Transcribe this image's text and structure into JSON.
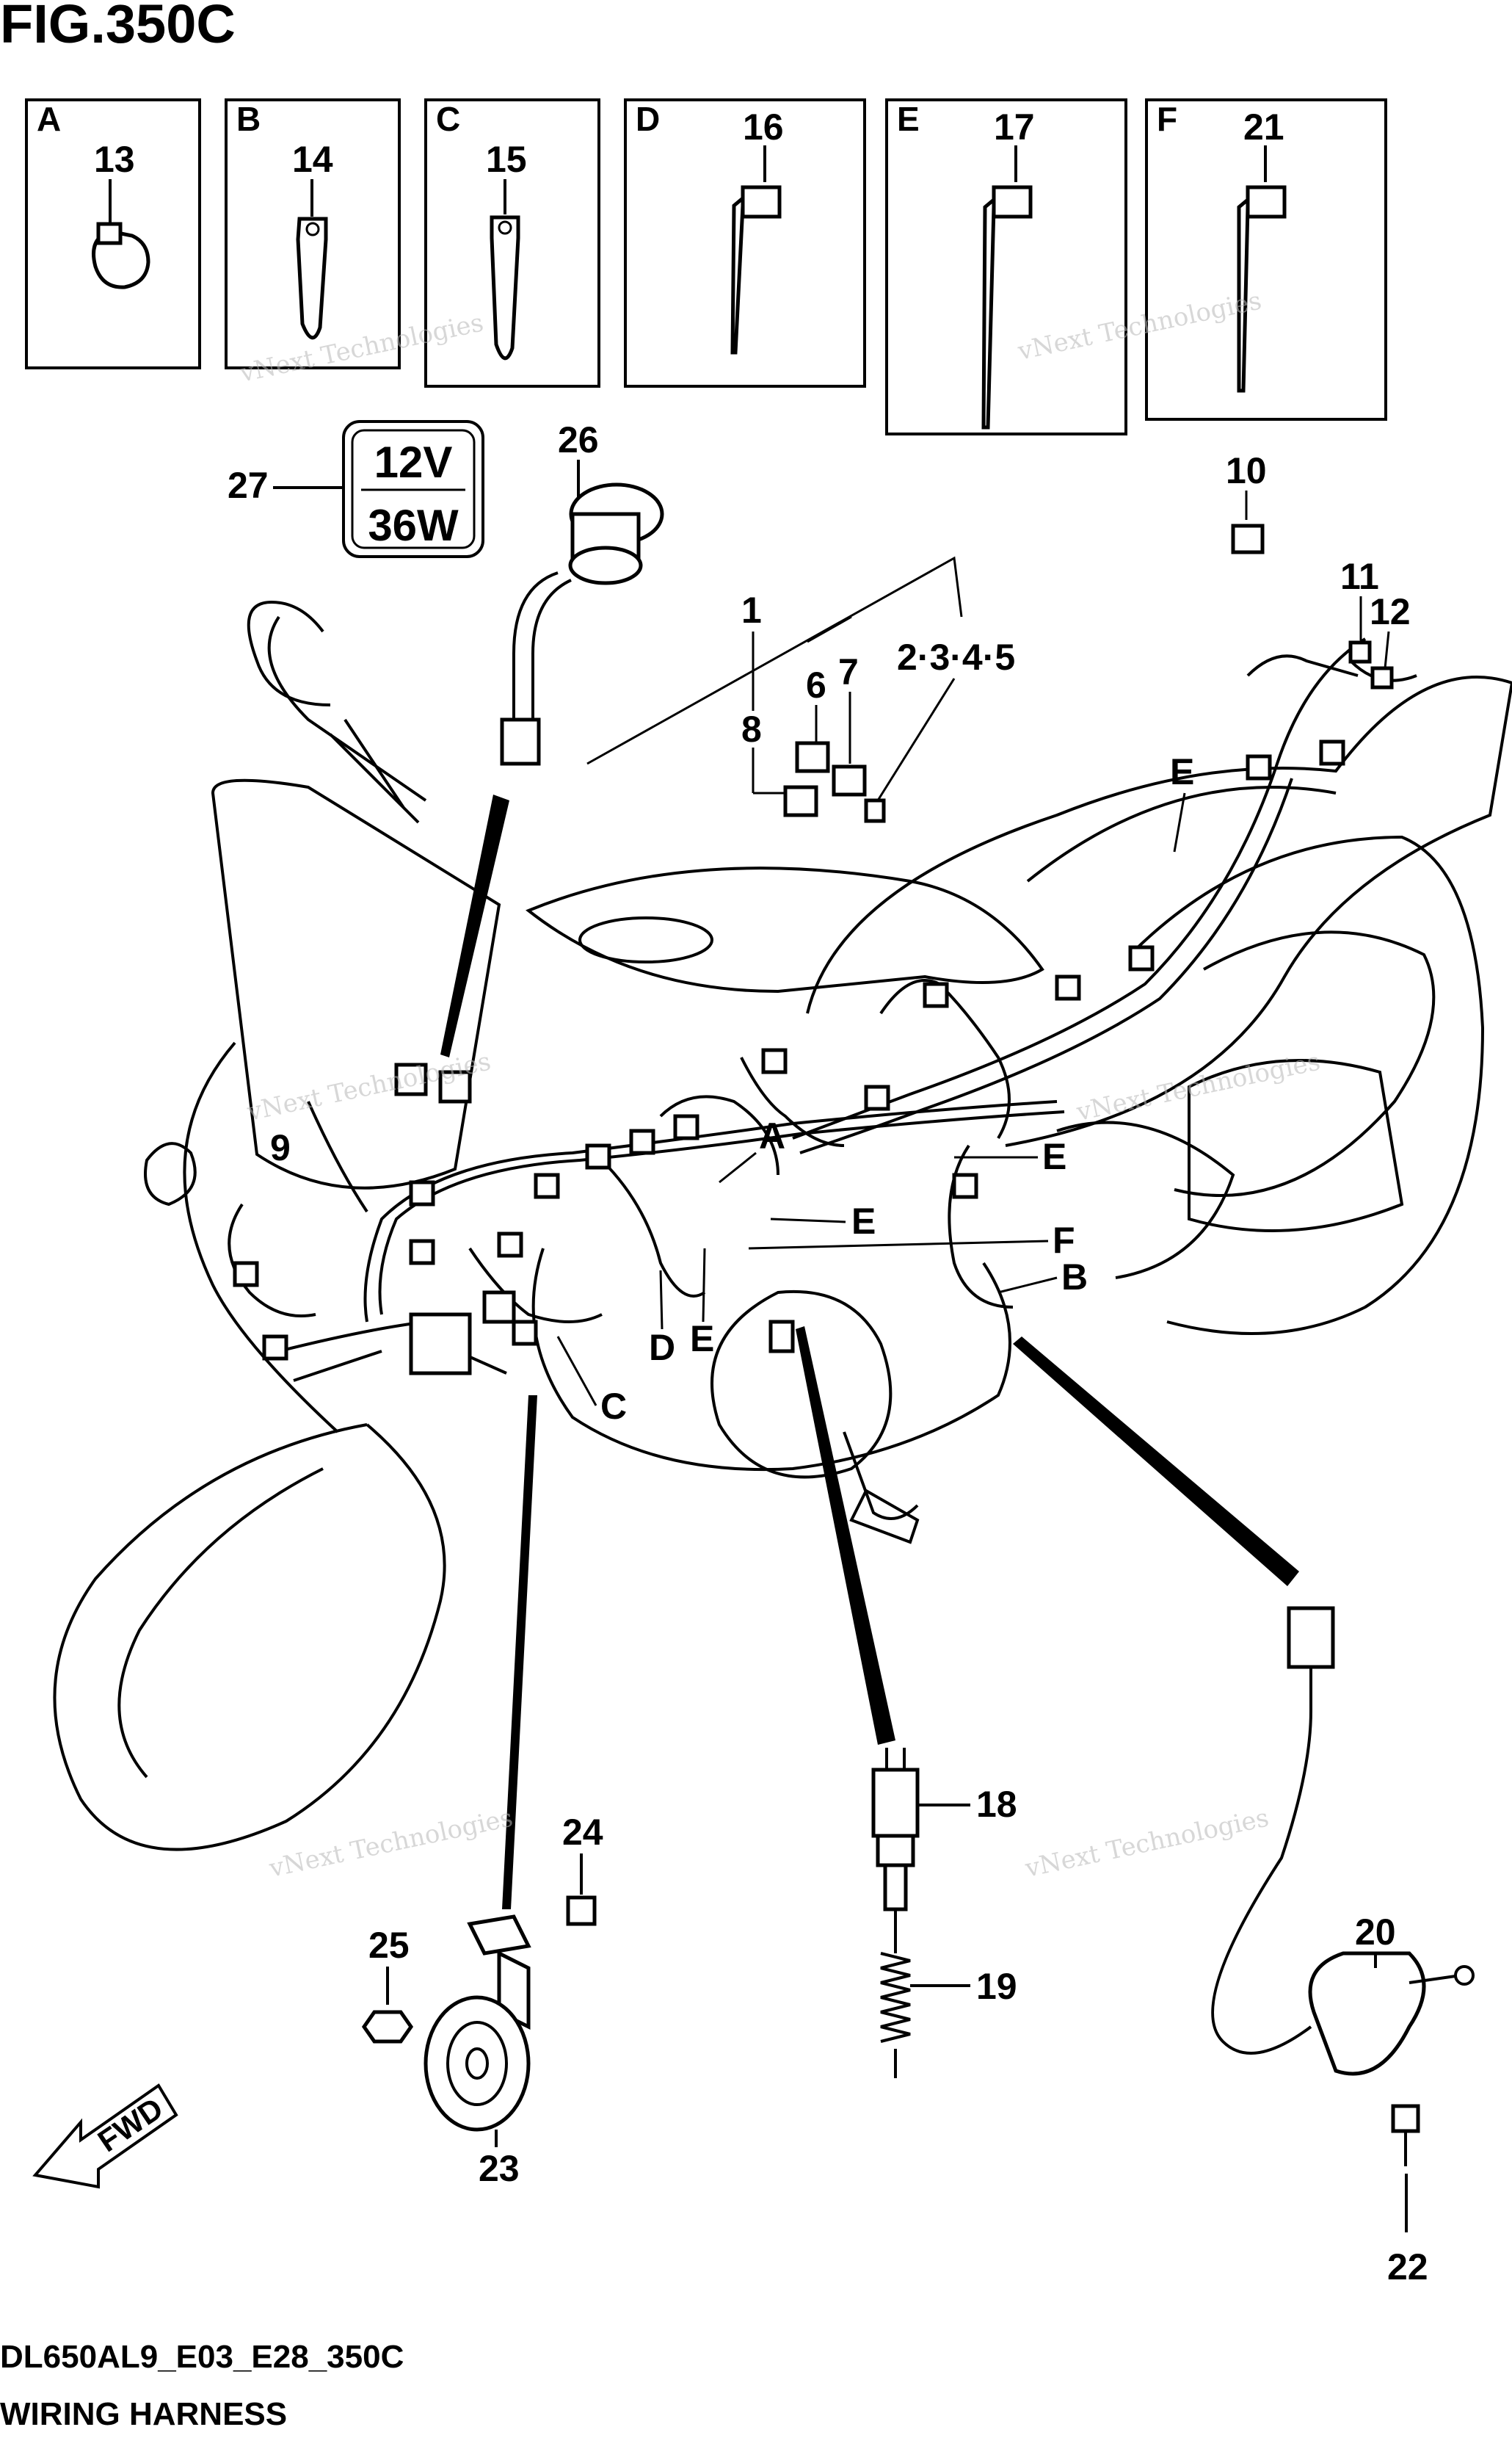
{
  "title": "FIG.350C",
  "footer": {
    "model_code": "DL650AL9_E03_E28_350C",
    "caption": "WIRING HARNESS"
  },
  "badge": {
    "line1": "12V",
    "line2": "36W"
  },
  "fwd_label": "FWD",
  "watermark": {
    "line1": "vNext Technologies",
    "line2": "vNext",
    "line3": "Technologies"
  },
  "detail_boxes": [
    {
      "letter": "A",
      "part": "13"
    },
    {
      "letter": "B",
      "part": "14"
    },
    {
      "letter": "C",
      "part": "15"
    },
    {
      "letter": "D",
      "part": "16"
    },
    {
      "letter": "E",
      "part": "17"
    },
    {
      "letter": "F",
      "part": "21"
    }
  ],
  "callouts": {
    "p1": "1",
    "p2345": "2·3·4·5",
    "p6": "6",
    "p7": "7",
    "p8": "8",
    "p9": "9",
    "p10": "10",
    "p11": "11",
    "p12": "12",
    "p18": "18",
    "p19": "19",
    "p20": "20",
    "p22": "22",
    "p23": "23",
    "p24": "24",
    "p25": "25",
    "p26": "26",
    "p27": "27"
  },
  "location_labels": {
    "a": "A",
    "b": "B",
    "c": "C",
    "d": "D",
    "e1": "E",
    "e2": "E",
    "e3": "E",
    "e4": "E",
    "f": "F"
  }
}
